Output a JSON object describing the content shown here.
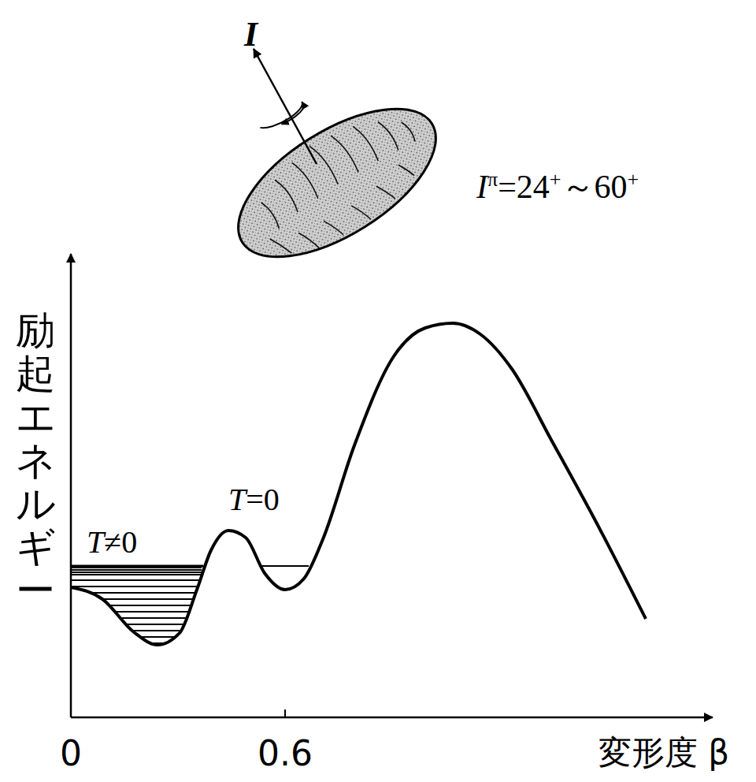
{
  "diagram": {
    "labels": [
      "I",
      "Iπ=24+～60+",
      "T≠0",
      "T=0",
      "励起エネルギー",
      "0",
      "0.6",
      "変形度 β"
    ]
  }
}
